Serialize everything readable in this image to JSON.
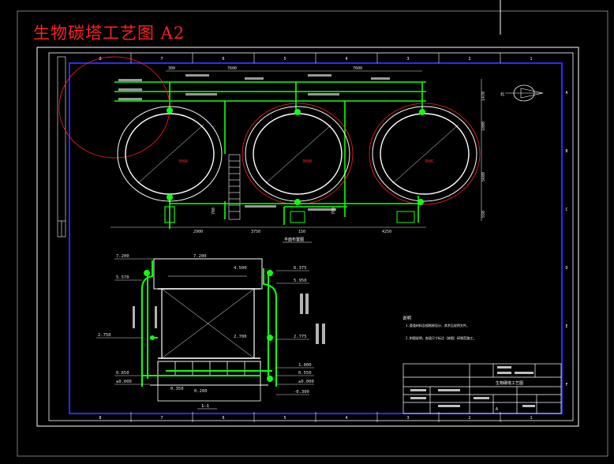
{
  "title": "生物碳塔工艺图  A2",
  "colors": {
    "background": "#000000",
    "frame": "#ffffff",
    "inner_frame": "#2a2aff",
    "pipe": "#10ff10",
    "circle": "#ffffff",
    "arc": "#ff2020",
    "dim": "#e0e0e0",
    "title": "#ff2020"
  },
  "grid": {
    "columns": [
      "8",
      "7",
      "6",
      "5",
      "4",
      "3",
      "2",
      "1"
    ],
    "rows": [
      "A",
      "B",
      "C",
      "D",
      "E",
      "F"
    ]
  },
  "plan": {
    "top_dims": [
      "300",
      "7600",
      "7600"
    ],
    "right_dims": [
      "1470",
      "1800",
      "5600",
      "550"
    ],
    "bottom_dims": [
      "2900",
      "3750",
      "150",
      "4250"
    ],
    "left_dims": [
      "700",
      "700"
    ],
    "tank_labels": [
      "300A",
      "300B",
      "300C"
    ],
    "view_title": "平面布置图"
  },
  "section": {
    "elev_left": [
      "7.200",
      "5.570",
      "2.750",
      "0.650",
      "±0.000"
    ],
    "elev_top": [
      "7.200",
      "4.500"
    ],
    "elev_right": [
      "6.375",
      "5.950",
      "2.775",
      "1.000",
      "0.550",
      "±0.000",
      "-0.300"
    ],
    "elev_mid": [
      "2.700"
    ],
    "elev_bottom": [
      "0.350",
      "0.200"
    ],
    "view_title": "1—1"
  },
  "notes": {
    "heading": "说明",
    "items": [
      "1.管道材料及规格按设计，其余见说明文件。",
      "2.附图说明，各段尺寸标注（按图）GB规范施工。"
    ]
  },
  "title_block": {
    "drawing_name": "生物碳塔工艺图",
    "sheet": "A"
  },
  "compass": {
    "label": "北"
  }
}
